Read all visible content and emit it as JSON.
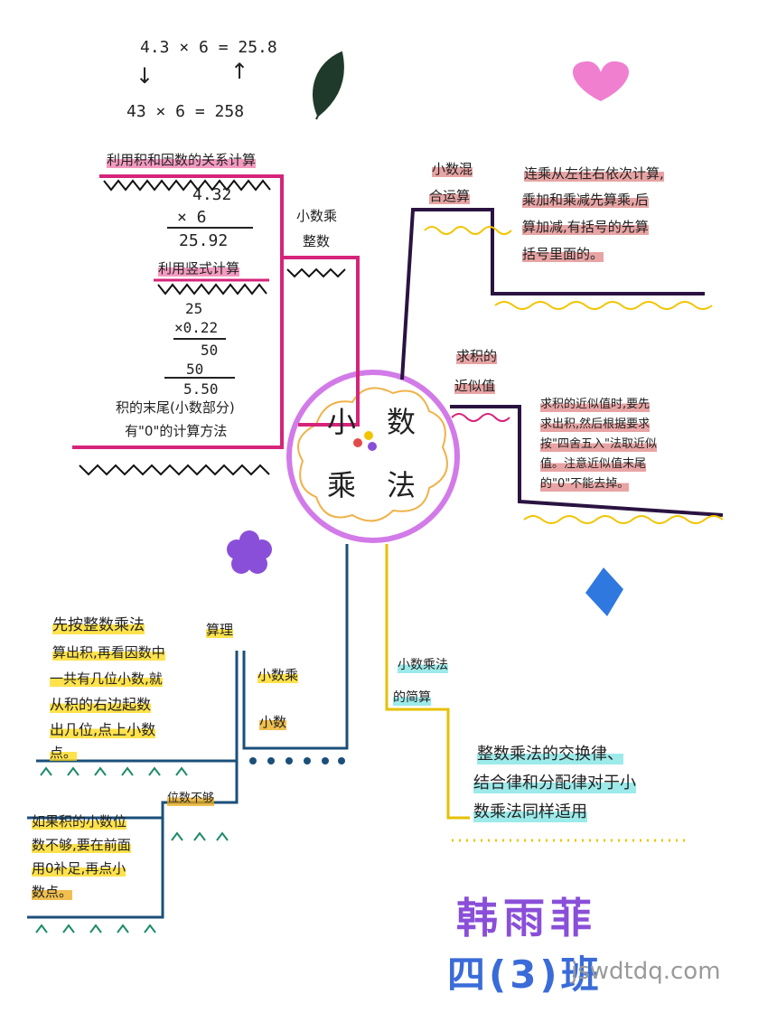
{
  "top_example": {
    "line1": "4.3 × 6 = 25.8",
    "line2": "43 × 6 = 258"
  },
  "center": {
    "title_char1": "小",
    "title_char2": "数",
    "title_char3": "乘",
    "title_char4": "法"
  },
  "branch_integer": {
    "label_line1": "小数乘",
    "label_line2": "整数",
    "sub1_title": "利用积和因数的关系计算",
    "calc1_line1": "4.32",
    "calc1_line2": "×  6",
    "calc1_line3": "25.92",
    "sub2_title": "利用竖式计算",
    "calc2_line1": "25",
    "calc2_line2": "×0.22",
    "calc2_line3": "50",
    "calc2_line4": "50",
    "calc2_line5": "5.50",
    "sub3_line1": "积的末尾(小数部分)",
    "sub3_line2": "有\"0\"的计算方法"
  },
  "branch_mixed": {
    "label_line1": "小数混",
    "label_line2": "合运算",
    "desc_line1": "连乘从左往右依次计算,",
    "desc_line2": "乘加和乘减先算乘,后",
    "desc_line3": "算加减,有括号的先算",
    "desc_line4": "括号里面的。"
  },
  "branch_approx": {
    "label_line1": "求积的",
    "label_line2": "近似值",
    "desc_line1": "求积的近似值时,要先",
    "desc_line2": "求出积,然后根据要求",
    "desc_line3": "按\"四舍五入\"法取近似",
    "desc_line4": "值。注意近似值末尾",
    "desc_line5": "的\"0\"不能去掉。"
  },
  "branch_decimal": {
    "label_line1": "小数乘",
    "label_line2": "小数",
    "sub1_label": "算理",
    "sub1_line1": "先按整数乘法",
    "sub1_line2": "算出积,再看因数中",
    "sub1_line3": "一共有几位小数,就",
    "sub1_line4": "从积的右边起数",
    "sub1_line5": "出几位,点上小数",
    "sub1_line6": "点。",
    "sub2_label": "位数不够",
    "sub2_line1": "如果积的小数位",
    "sub2_line2": "数不够,要在前面",
    "sub2_line3": "用0补足,再点小",
    "sub2_line4": "数点。"
  },
  "branch_simplify": {
    "label_line1": "小数乘法",
    "label_line2": "的简算",
    "desc_line1": "整数乘法的交换律、",
    "desc_line2": "结合律和分配律对于小",
    "desc_line3": "数乘法同样适用"
  },
  "signature": {
    "name": "韩雨菲",
    "class": "四(3)班"
  },
  "watermark": "jswdtdq.com",
  "colors": {
    "integer_branch": "#d6247a",
    "mixed_branch": "#2a1340",
    "approx_branch": "#2a1340",
    "decimal_branch": "#1b4f7a",
    "simplify_branch": "#e6c000",
    "heart": "#f07fd0",
    "flower": "#8a4fd8",
    "diamond": "#2f78e0",
    "leaf": "#1f3a2a"
  }
}
